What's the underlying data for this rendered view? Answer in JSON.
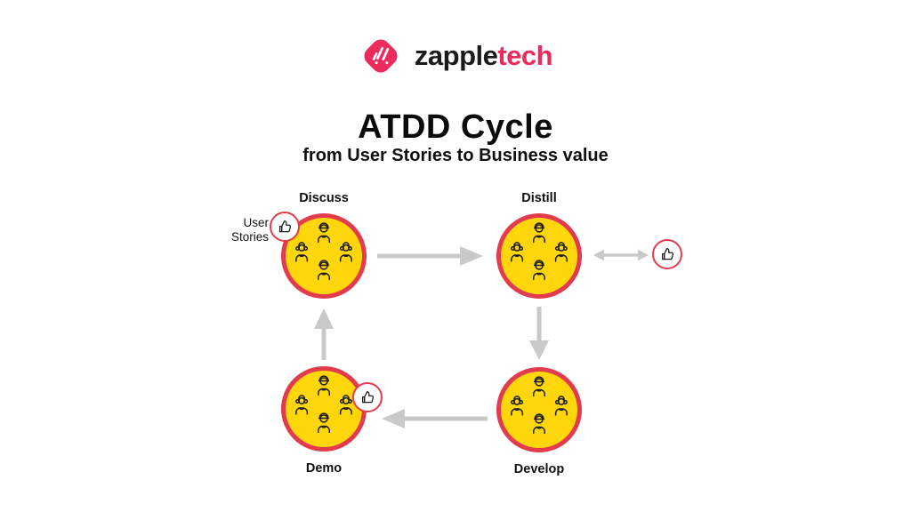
{
  "brand": {
    "wordmark_primary": "zapple",
    "wordmark_accent": "tech",
    "accent_color": "#EC2B5C"
  },
  "header": {
    "title": "ATDD Cycle",
    "subtitle": "from User Stories to Business value"
  },
  "diagram": {
    "annotation": {
      "line1": "User",
      "line2": "Stories"
    },
    "nodes": [
      {
        "id": "discuss",
        "label": "Discuss",
        "label_position": "top",
        "icon": "team-icon",
        "has_badge": true,
        "badge_position": "top-left"
      },
      {
        "id": "distill",
        "label": "Distill",
        "label_position": "top",
        "icon": "team-icon",
        "has_badge": false,
        "badge_position": null
      },
      {
        "id": "develop",
        "label": "Develop",
        "label_position": "bottom",
        "icon": "team-icon",
        "has_badge": false,
        "badge_position": null
      },
      {
        "id": "demo",
        "label": "Demo",
        "label_position": "bottom",
        "icon": "team-icon",
        "has_badge": true,
        "badge_position": "top-right"
      }
    ],
    "arrows": [
      {
        "from": "discuss",
        "to": "distill",
        "direction": "right"
      },
      {
        "from": "distill",
        "to": "develop",
        "direction": "down"
      },
      {
        "from": "develop",
        "to": "demo",
        "direction": "left"
      },
      {
        "from": "demo",
        "to": "discuss",
        "direction": "up"
      },
      {
        "from": "distill",
        "to": "approval-badge",
        "direction": "both"
      }
    ],
    "badges": [
      {
        "id": "badge-discuss",
        "icon": "thumbs-up-icon"
      },
      {
        "id": "badge-approval",
        "icon": "thumbs-up-icon"
      },
      {
        "id": "badge-demo",
        "icon": "thumbs-up-icon"
      }
    ],
    "colors": {
      "node_fill": "#FFD60A",
      "node_border": "#E23B4E",
      "arrow": "#C9C9C9",
      "badge_fill": "#FFFFFF",
      "badge_border": "#E23B4E",
      "icon_stroke": "#1C1C1C"
    }
  }
}
